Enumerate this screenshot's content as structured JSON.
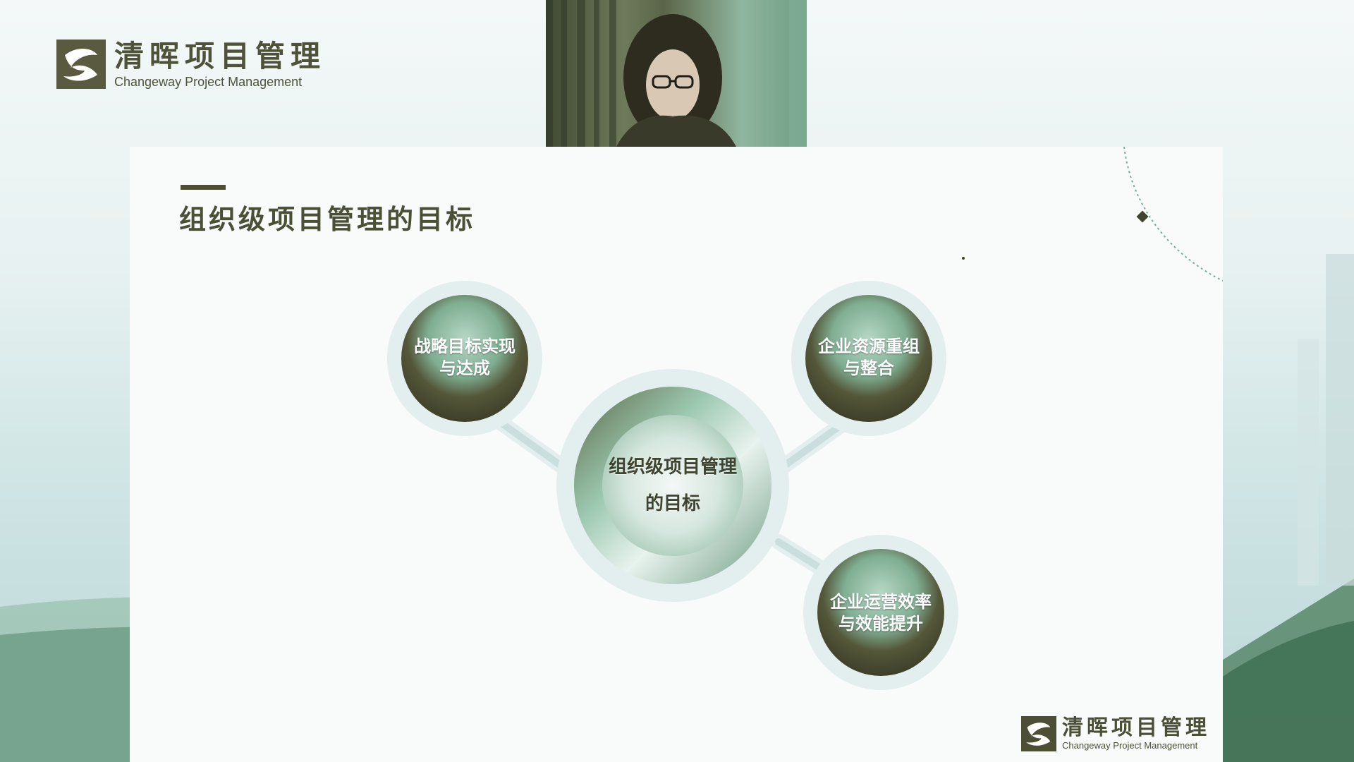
{
  "brand": {
    "cn": "清晖项目管理",
    "en": "Changeway Project Management",
    "logo_icon": "changeway-logo-icon"
  },
  "video": {
    "participant_icon": "participant-video-feed"
  },
  "slide": {
    "title": "组织级项目管理的目标",
    "center": {
      "line1": "组织级项目管理",
      "line2": "的目标"
    },
    "nodes": [
      {
        "line1": "战略目标实现",
        "line2": "与达成"
      },
      {
        "line1": "企业资源重组",
        "line2": "与整合"
      },
      {
        "line1": "企业运营效率",
        "line2": "与效能提升"
      }
    ],
    "footer_brand": {
      "cn": "清晖项目管理",
      "en": "Changeway Project Management"
    }
  },
  "colors": {
    "brand_olive": "#4c4f33",
    "node_green": "#8fbfa8",
    "node_dark": "#45472e",
    "ring": "#e2eeee"
  }
}
